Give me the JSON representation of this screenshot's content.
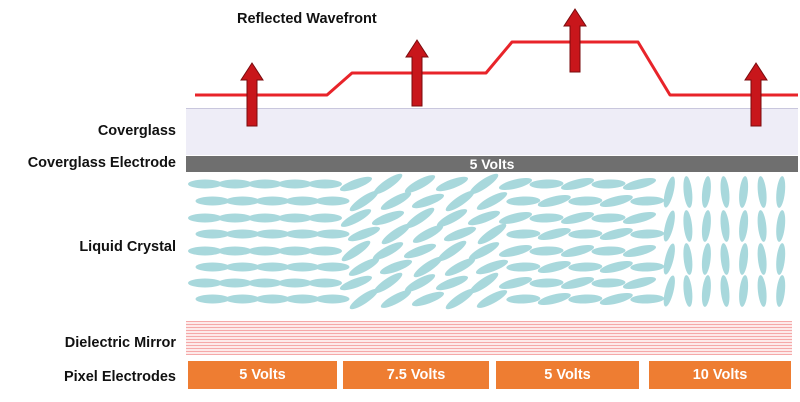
{
  "title": "Reflected Wavefront",
  "layers": {
    "coverglass": "Coverglass",
    "coverglass_electrode": "Coverglass Electrode",
    "liquid_crystal": "Liquid Crystal",
    "dielectric_mirror": "Dielectric Mirror",
    "pixel_electrodes": "Pixel Electrodes"
  },
  "electrode_voltage": "5 Volts",
  "pixels": [
    {
      "label": "5 Volts"
    },
    {
      "label": "7.5 Volts"
    },
    {
      "label": "5 Volts"
    },
    {
      "label": "10 Volts"
    }
  ],
  "colors": {
    "wavefront": "#e8242a",
    "arrow": "#c8161b",
    "liquid_crystal": "#a8d8dc",
    "electrode": "#6f6f6f",
    "pixel": "#ee7d32",
    "mirror": "#f5a9a9"
  }
}
